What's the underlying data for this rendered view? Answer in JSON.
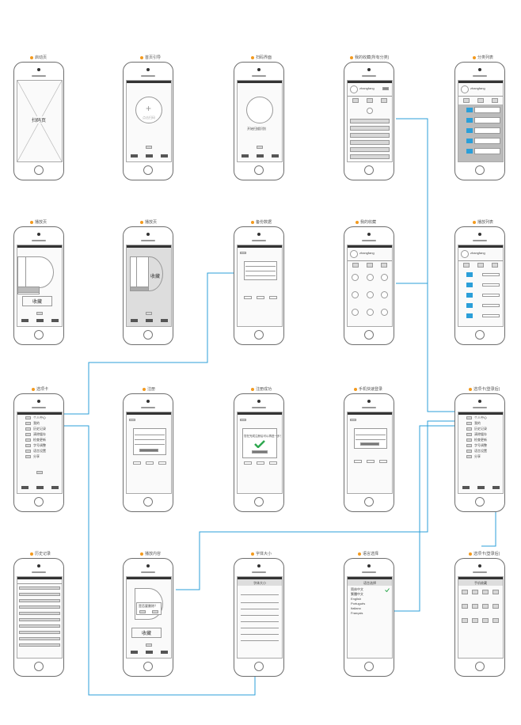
{
  "colors": {
    "connector": "#2b9fd9",
    "label_dot": "#f39a1e",
    "check": "#2fa84f"
  },
  "screens": {
    "s11": {
      "label": "启动页",
      "center": "扫码页"
    },
    "s12": {
      "label": "首页引导",
      "center": "点击扫码"
    },
    "s13": {
      "label": "扫码界面",
      "center": "开始扫描识别"
    },
    "s14": {
      "label": "我的收藏(所有分类)",
      "user": "zhangfang"
    },
    "s15": {
      "label": "分类列表",
      "user": "zhangfang"
    },
    "s21": {
      "label": "播放页",
      "center": "收藏"
    },
    "s22": {
      "label": "播放页",
      "center": "收藏"
    },
    "s23": {
      "label": "备份数据"
    },
    "s24": {
      "label": "我的收藏",
      "user": "zhangfang"
    },
    "s25": {
      "label": "播放列表",
      "user": "zhangfang"
    },
    "s31": {
      "label": "选项卡",
      "items": [
        "个人中心",
        "我的",
        "历史记录",
        "清除缓存",
        "检查更新",
        "字号调整",
        "语言设置",
        "分享"
      ]
    },
    "s32": {
      "label": "注册"
    },
    "s33": {
      "label": "注册成功",
      "msg": "您在完成注册后可以再进一步！"
    },
    "s34": {
      "label": "手机快速登录"
    },
    "s35": {
      "label": "选项卡(登录后)",
      "items": [
        "个人中心",
        "我的",
        "历史记录",
        "清除缓存",
        "检查更新",
        "字号调整",
        "语言设置",
        "分享"
      ]
    },
    "s41": {
      "label": "历史记录"
    },
    "s42": {
      "label": "播放内容",
      "dialog": "是否要删除？",
      "center": "收藏"
    },
    "s43": {
      "label": "字体大小",
      "title": "字体大小"
    },
    "s44": {
      "label": "语言选择",
      "title": "语言选择",
      "items": [
        "简体中文",
        "繁體中文",
        "English",
        "Português",
        "Italiano",
        "Français"
      ]
    },
    "s45": {
      "label": "选项卡(登录后)",
      "title": "手机收藏"
    }
  }
}
